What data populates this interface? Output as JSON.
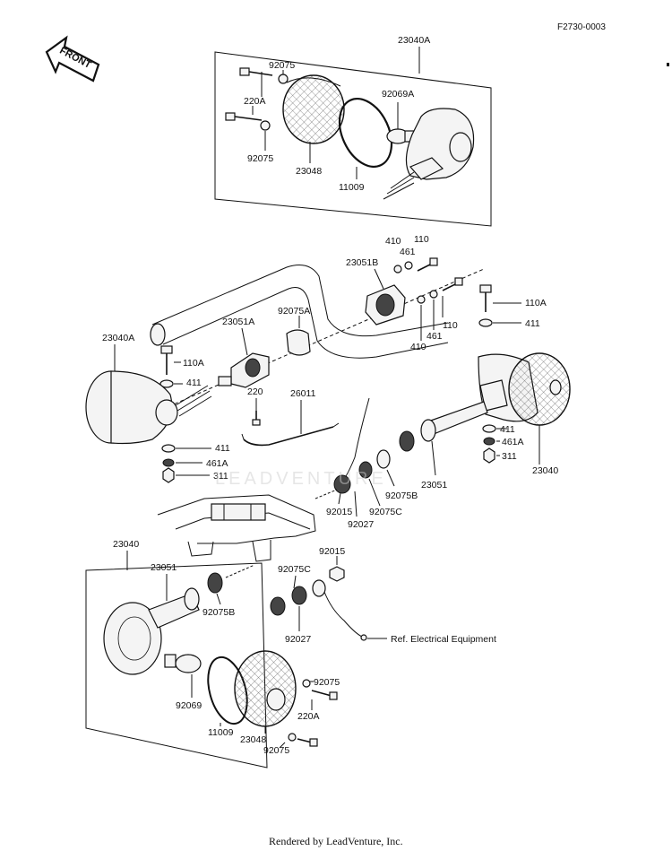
{
  "figure_code": "F2730-0003",
  "front_arrow_text": "FRONT",
  "footer": "Rendered by LeadVenture, Inc.",
  "watermark": "LEADVENTURE",
  "reference_note": "Ref. Electrical Equipment",
  "labels": {
    "top_assembly": "23040A",
    "top_92075_a": "92075",
    "top_220A": "220A",
    "top_92069A": "92069A",
    "top_92075_b": "92075",
    "top_23048": "23048",
    "top_11009": "11009",
    "c_410_a": "410",
    "c_461_a": "461",
    "c_110_a": "110",
    "c_23051B": "23051B",
    "c_110A_right": "110A",
    "c_411_right": "411",
    "c_92075A": "92075A",
    "c_23051A": "23051A",
    "c_110_b": "110",
    "c_461_b": "461",
    "c_410_b": "410",
    "c_23040A_left": "23040A",
    "c_110A_left": "110A",
    "c_411_left": "411",
    "c_220": "220",
    "c_26011": "26011",
    "c_411_right2": "411",
    "c_461A_right": "461A",
    "c_311_right": "311",
    "c_23040_right": "23040",
    "c_411_left2": "411",
    "c_461A_left": "461A",
    "c_311_left": "311",
    "c_23051": "23051",
    "c_92075B": "92075B",
    "c_92075C": "92075C",
    "c_92027": "92027",
    "c_92015": "92015",
    "b_23040": "23040",
    "b_23051": "23051",
    "b_92075B": "92075B",
    "b_92015": "92015",
    "b_92075C": "92075C",
    "b_92027": "92027",
    "b_92069": "92069",
    "b_92075_a": "92075",
    "b_220A": "220A",
    "b_11009": "11009",
    "b_23048": "23048",
    "b_92075_b": "92075"
  }
}
